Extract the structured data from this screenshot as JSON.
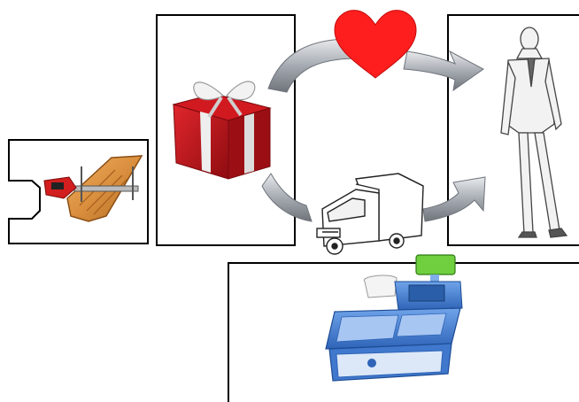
{
  "diagram": {
    "panels": [
      {
        "id": "chainsaw-mill",
        "icon": "chainsaw-log-icon"
      },
      {
        "id": "gift",
        "icon": "gift-box-icon"
      },
      {
        "id": "customer",
        "icon": "businessman-sketch-icon"
      },
      {
        "id": "register",
        "icon": "cash-register-icon"
      }
    ],
    "connectors": [
      {
        "from": "gift",
        "to": "customer",
        "icon": "heart-icon"
      },
      {
        "from": "gift",
        "to": "customer",
        "icon": "delivery-truck-icon"
      }
    ],
    "colors": {
      "heart": "#ff1e1e",
      "gift": "#c8141a",
      "ribbon": "#e8e8e8",
      "register": "#4a86d8",
      "display": "#6fcf3f",
      "arrow": "#8a8f96",
      "wood": "#d98f3e",
      "saw": "#d21e1e"
    }
  }
}
